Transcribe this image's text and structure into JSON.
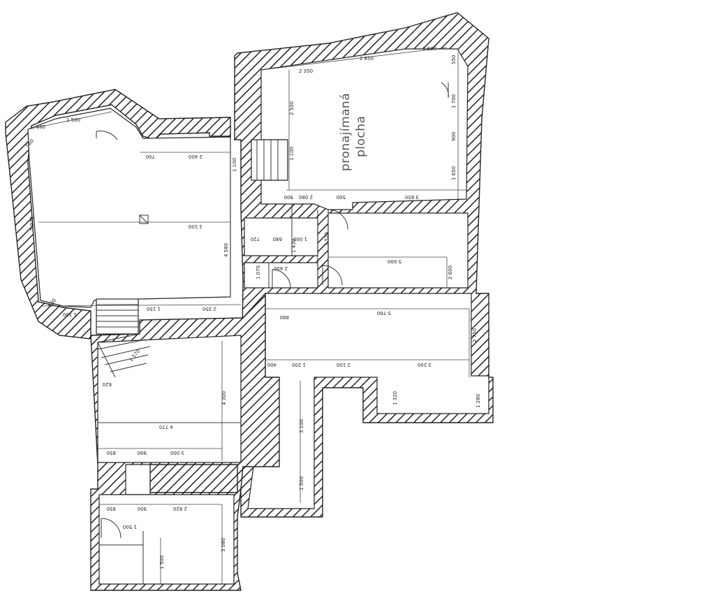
{
  "room_label": {
    "line1": "pronajímaná",
    "line2": "plocha"
  },
  "dimensions": {
    "d_top_2850": "2 850",
    "d_top_1690": "1 690",
    "d_top_2350": "2 350",
    "d_r_550": "550",
    "d_r_1700": "1 700",
    "d_r_900": "900",
    "d_r_1650": "1 650",
    "d_ur_2500": "2 500",
    "d_ur_1100": "1 100",
    "d_ur_900": "900",
    "d_ur_2080": "2 080",
    "d_ur_500": "500",
    "d_ur_3850": "3 850",
    "d_l_680": "680",
    "d_l_1500": "1 500",
    "d_l_560": "560",
    "d_l_5970": "5 970",
    "d_l_700": "700",
    "d_l_2400": "2 400",
    "d_l_1100": "1 100",
    "d_l_3100": "3 100",
    "d_l_4580": "4 580",
    "d_l_1300": "1 300",
    "d_l_1150": "1 150",
    "d_l_2350": "2 350",
    "d_l_600": "600",
    "d_c_720": "720",
    "d_c_680": "680",
    "d_c_1000": "1 000",
    "d_c_1430": "1 430",
    "d_c_1570": "1 570",
    "d_c_1070": "1 070",
    "d_c_2400": "2 400",
    "d_c_5000": "5 000",
    "d_c_2600": "2 600",
    "d_c_880": "880",
    "d_c_5760": "5 760",
    "d_c_2750": "2 750",
    "d_c_400": "400",
    "d_c_1200": "1 200",
    "d_c_2100": "2 100",
    "d_c_3200": "3 200",
    "d_c_1320": "1 320",
    "d_c_1280": "1 280",
    "d_c_3100": "3 100",
    "d_c_1500": "1 500",
    "d_s_1570": "1 570",
    "d_s_620": "620",
    "d_s_4300": "4 300",
    "d_s_4770": "4 770",
    "d_s_850": "850",
    "d_s_900": "900",
    "d_s_3000": "3 000",
    "d_b_850": "850",
    "d_b_900": "900",
    "d_b_2820": "2 820",
    "d_b_1500": "1 500",
    "d_b_3080": "3 080",
    "d_b_1500b": "1 500"
  }
}
